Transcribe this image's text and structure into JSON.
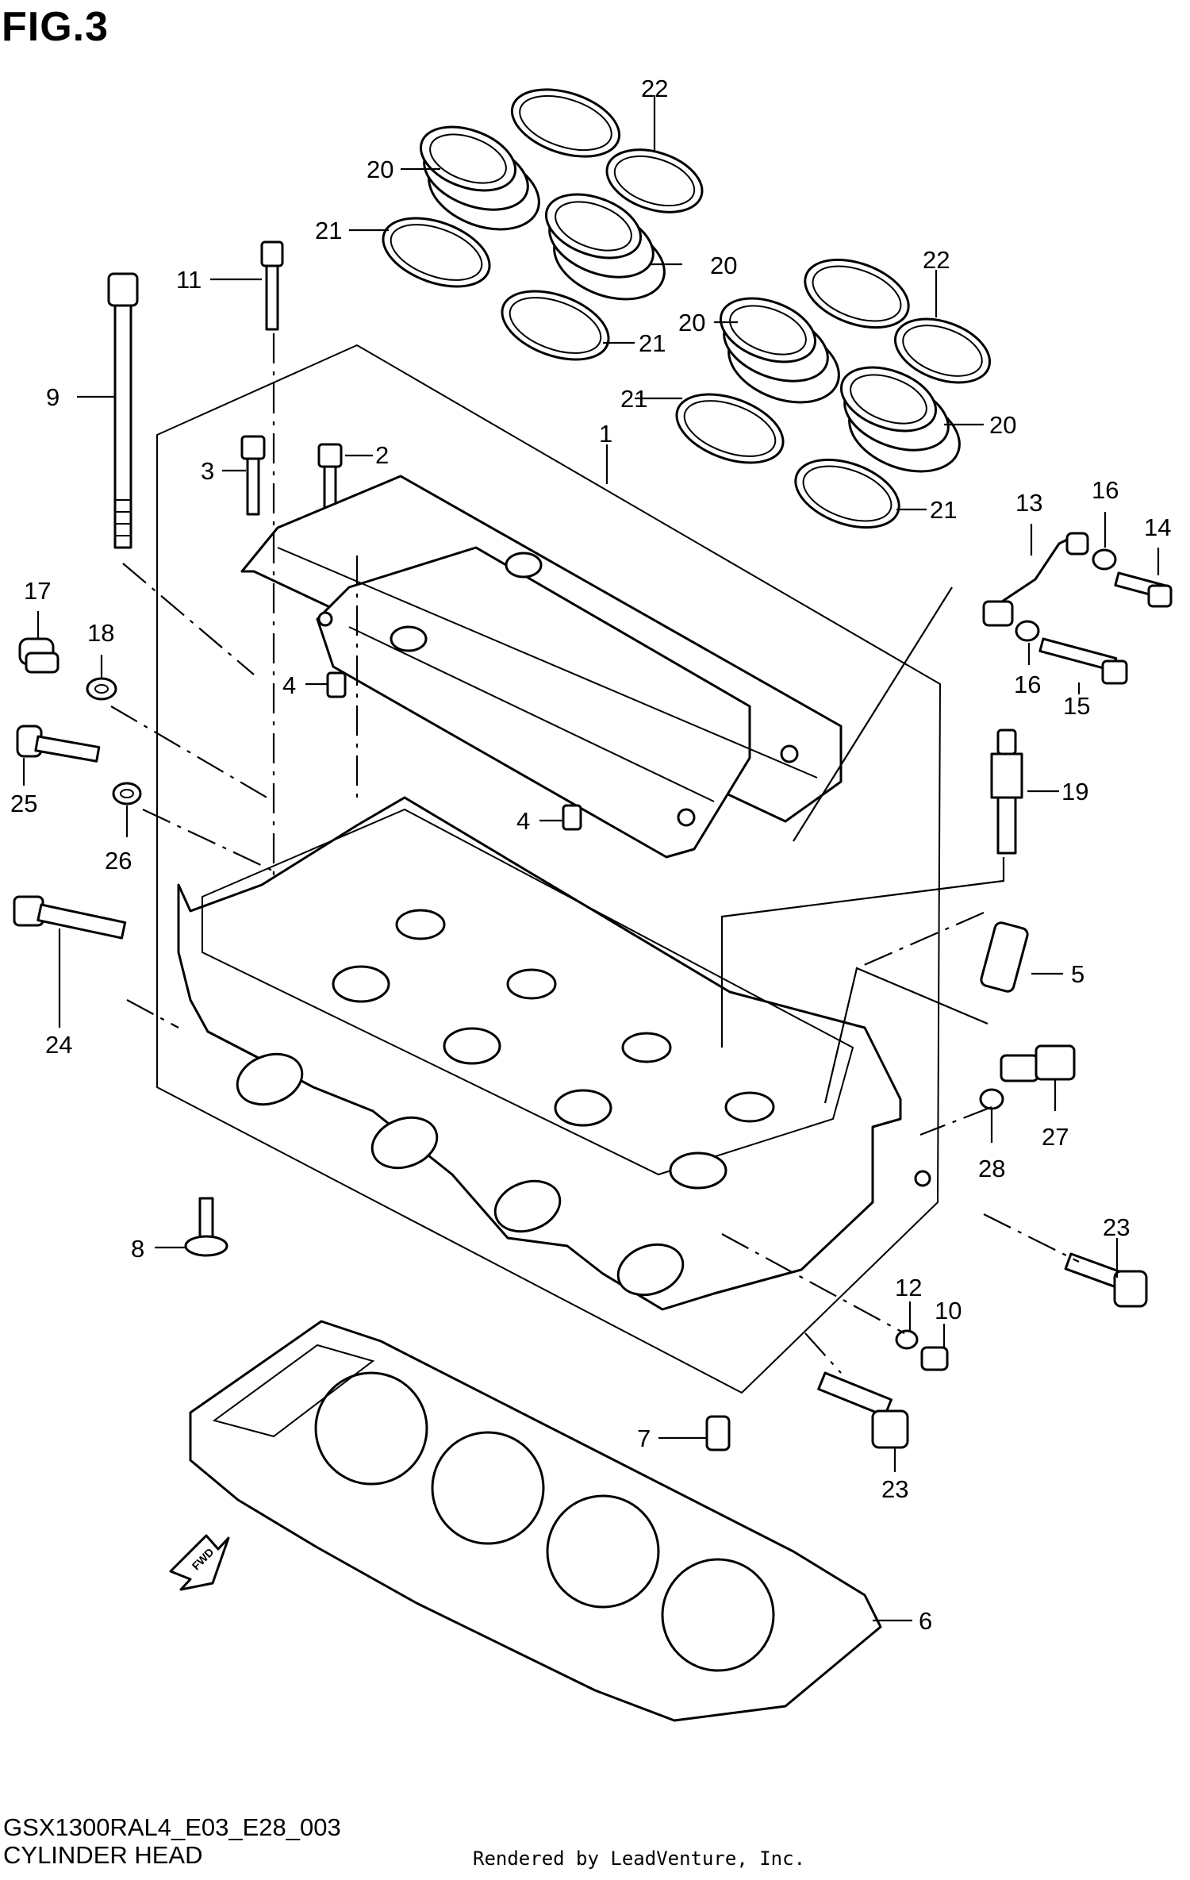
{
  "figure": {
    "title": "FIG.3",
    "model_code": "GSX1300RAL4_E03_E28_003",
    "name": "CYLINDER HEAD",
    "credit": "Rendered by LeadVenture, Inc.",
    "fwd_label": "FWD"
  },
  "callouts": [
    {
      "id": "c22a",
      "label": "22"
    },
    {
      "id": "c20a",
      "label": "20"
    },
    {
      "id": "c21a",
      "label": "21"
    },
    {
      "id": "c20b",
      "label": "20"
    },
    {
      "id": "c21b",
      "label": "21"
    },
    {
      "id": "c22b",
      "label": "22"
    },
    {
      "id": "c20c",
      "label": "20"
    },
    {
      "id": "c21c",
      "label": "21"
    },
    {
      "id": "c20d",
      "label": "20"
    },
    {
      "id": "c21d",
      "label": "21"
    },
    {
      "id": "c11",
      "label": "11"
    },
    {
      "id": "c9",
      "label": "9"
    },
    {
      "id": "c3",
      "label": "3"
    },
    {
      "id": "c2",
      "label": "2"
    },
    {
      "id": "c1",
      "label": "1"
    },
    {
      "id": "c13",
      "label": "13"
    },
    {
      "id": "c16a",
      "label": "16"
    },
    {
      "id": "c14",
      "label": "14"
    },
    {
      "id": "c16b",
      "label": "16"
    },
    {
      "id": "c15",
      "label": "15"
    },
    {
      "id": "c17",
      "label": "17"
    },
    {
      "id": "c18",
      "label": "18"
    },
    {
      "id": "c25",
      "label": "25"
    },
    {
      "id": "c26",
      "label": "26"
    },
    {
      "id": "c4a",
      "label": "4"
    },
    {
      "id": "c4b",
      "label": "4"
    },
    {
      "id": "c19",
      "label": "19"
    },
    {
      "id": "c5",
      "label": "5"
    },
    {
      "id": "c24",
      "label": "24"
    },
    {
      "id": "c27",
      "label": "27"
    },
    {
      "id": "c28",
      "label": "28"
    },
    {
      "id": "c23a",
      "label": "23"
    },
    {
      "id": "c8",
      "label": "8"
    },
    {
      "id": "c12",
      "label": "12"
    },
    {
      "id": "c10",
      "label": "10"
    },
    {
      "id": "c7",
      "label": "7"
    },
    {
      "id": "c23b",
      "label": "23"
    },
    {
      "id": "c6",
      "label": "6"
    }
  ]
}
